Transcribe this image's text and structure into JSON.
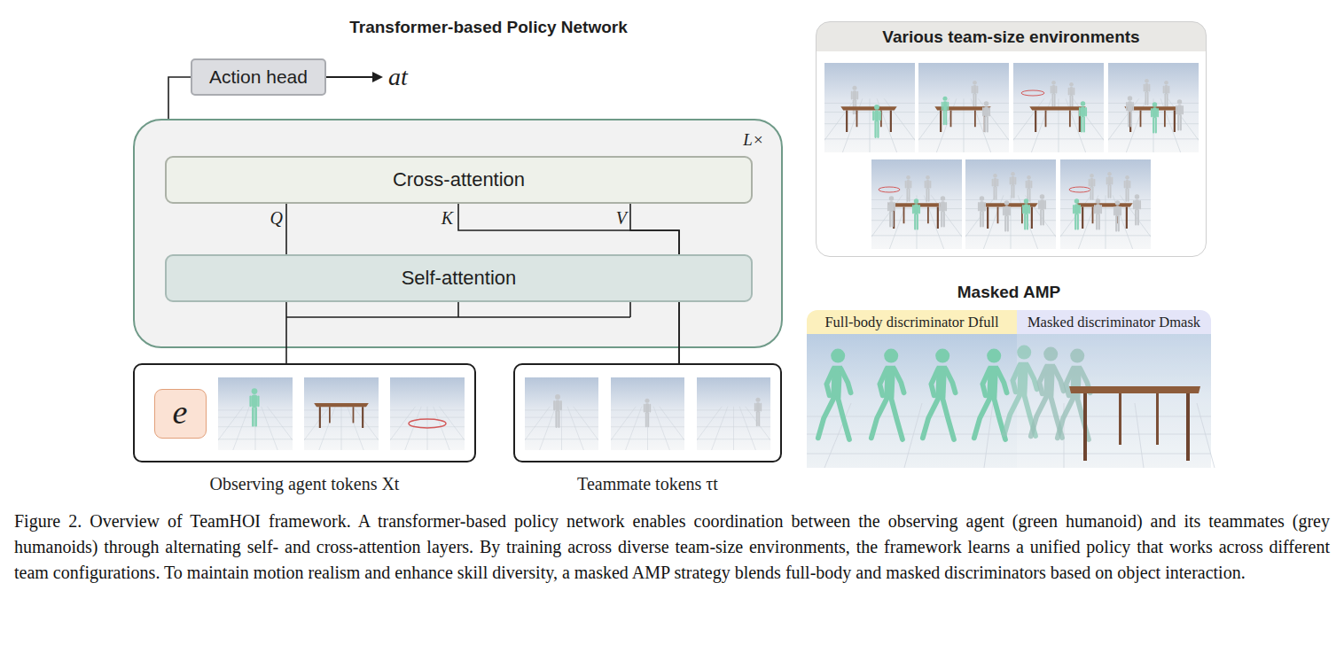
{
  "diagram": {
    "caption": "Figure 2. Overview of TeamHOI framework. A transformer-based policy network enables coordination between the observing agent (green humanoid) and its teammates (grey humanoids) through alternating self- and cross-attention layers. By training across diverse team-size environments, the framework learns a unified policy that works across different team configurations. To maintain motion realism and enhance skill diversity, a masked AMP strategy blends full-body and masked discriminators based on object interaction.",
    "nodes": [
      {
        "text": [
          "Action head"
        ]
      },
      {
        "text": [
          "L×"
        ]
      },
      {
        "text": [
          "Cross-attention"
        ],
        "in": 1
      },
      {
        "text": [
          "Self-attention"
        ],
        "in": 1
      },
      {
        "text": [
          "Observing agent tokens Xt"
        ]
      },
      {
        "text": [
          "e"
        ],
        "in": 4
      },
      {
        "text": [
          "Teammate tokens τt"
        ]
      },
      {
        "text": [
          "Various team-size environments"
        ]
      },
      {
        "text": [
          "Masked AMP"
        ]
      },
      {
        "text": [
          "Full-body discriminator Dfull"
        ],
        "in": 8
      },
      {
        "text": [
          "Masked discriminator Dmask"
        ],
        "in": 8
      }
    ],
    "edges": [
      {
        "from": 1,
        "to": 0,
        "arrow": "none"
      },
      {
        "from": 4,
        "to": 3,
        "arrow": "none"
      },
      {
        "from": 3,
        "to": 2,
        "label": "Q",
        "arrow": "none"
      },
      {
        "from": 6,
        "to": 2,
        "label": "K",
        "arrow": "none"
      },
      {
        "from": 6,
        "to": 2,
        "label": "V",
        "arrow": "none"
      }
    ],
    "labels": [
      "Transformer-based Policy Network",
      "at"
    ]
  }
}
